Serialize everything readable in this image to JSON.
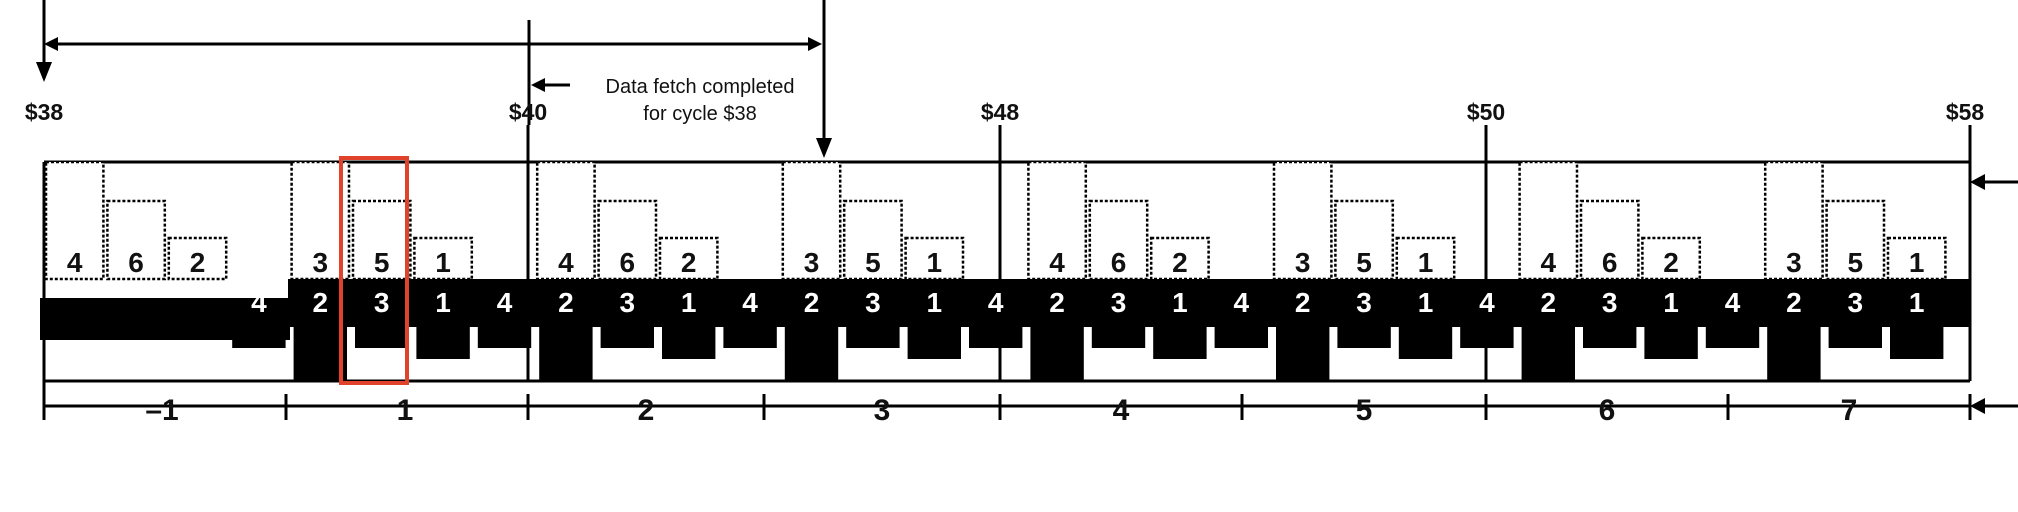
{
  "address_labels": [
    "$38",
    "$40",
    "$48",
    "$50",
    "$58"
  ],
  "annotation": {
    "line1": "Data fetch completed",
    "line2": "for cycle $38"
  },
  "slots": [
    {
      "top": "4",
      "bottom": ""
    },
    {
      "top": "6",
      "bottom": ""
    },
    {
      "top": "2",
      "bottom": ""
    },
    {
      "top": "",
      "bottom": "4"
    },
    {
      "top": "3",
      "bottom": "2"
    },
    {
      "top": "5",
      "bottom": "3"
    },
    {
      "top": "1",
      "bottom": "1"
    },
    {
      "top": "",
      "bottom": "4"
    },
    {
      "top": "4",
      "bottom": "2"
    },
    {
      "top": "6",
      "bottom": "3"
    },
    {
      "top": "2",
      "bottom": "1"
    },
    {
      "top": "",
      "bottom": "4"
    },
    {
      "top": "3",
      "bottom": "2"
    },
    {
      "top": "5",
      "bottom": "3"
    },
    {
      "top": "1",
      "bottom": "1"
    },
    {
      "top": "",
      "bottom": "4"
    },
    {
      "top": "4",
      "bottom": "2"
    },
    {
      "top": "6",
      "bottom": "3"
    },
    {
      "top": "2",
      "bottom": "1"
    },
    {
      "top": "",
      "bottom": "4"
    },
    {
      "top": "3",
      "bottom": "2"
    },
    {
      "top": "5",
      "bottom": "3"
    },
    {
      "top": "1",
      "bottom": "1"
    },
    {
      "top": "",
      "bottom": "4"
    },
    {
      "top": "4",
      "bottom": "2"
    },
    {
      "top": "6",
      "bottom": "3"
    },
    {
      "top": "2",
      "bottom": "1"
    },
    {
      "top": "",
      "bottom": "4"
    },
    {
      "top": "3",
      "bottom": "2"
    },
    {
      "top": "5",
      "bottom": "3"
    },
    {
      "top": "1",
      "bottom": "1"
    }
  ],
  "cycle_labels": [
    "–1",
    "1",
    "2",
    "3",
    "4",
    "5",
    "6",
    "7"
  ],
  "highlight_color": "#e0422b",
  "ink_color": "#000000"
}
